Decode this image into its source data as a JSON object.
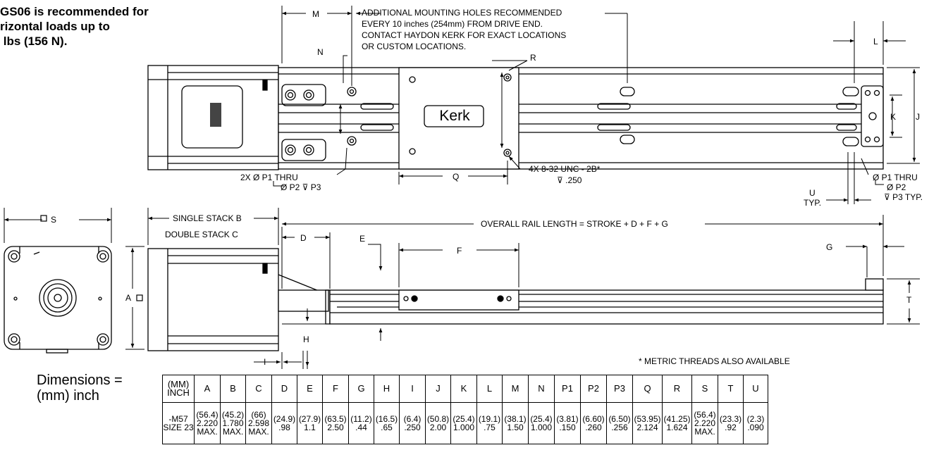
{
  "note": "GS06 is recommended for\nrizontal loads up to\n lbs (156 N).",
  "dimensions_label": "Dimensions =\n(mm) inch",
  "metric_note": "* METRIC THREADS ALSO AVAILABLE",
  "logo_text": "Kerk",
  "labels": {
    "M": "M",
    "N": "N",
    "R": "R",
    "L": "L",
    "J": "J",
    "K": "K",
    "Q": "Q",
    "S": "S",
    "A": "A",
    "D": "D",
    "E": "E",
    "F": "F",
    "G": "G",
    "H": "H",
    "I": "I",
    "T": "T",
    "additional_holes": [
      "ADDITIONAL MOUNTING HOLES RECOMMENDED",
      "EVERY 10 inches (254mm) FROM DRIVE END.",
      "CONTACT HAYDON KERK FOR EXACT LOCATIONS",
      "OR CUSTOM LOCATIONS."
    ],
    "thru_left": [
      "2X  Ø P1 THRU",
      "Ø P2  ⊽ P3"
    ],
    "thread": [
      "4X 8-32 UNC - 2B*",
      "⊽ .250"
    ],
    "thru_right": [
      "Ø P1 THRU",
      "Ø P2",
      "⊽ P3 TYP."
    ],
    "u_typ": [
      "U",
      "TYP."
    ],
    "single_stack": "SINGLE STACK  B",
    "double_stack": "DOUBLE STACK   C",
    "overall": "OVERALL RAIL LENGTH = STROKE + D + F + G"
  },
  "table": {
    "headers": [
      "(MM)\nINCH",
      "A",
      "B",
      "C",
      "D",
      "E",
      "F",
      "G",
      "H",
      "I",
      "J",
      "K",
      "L",
      "M",
      "N",
      "P1",
      "P2",
      "P3",
      "Q",
      "R",
      "S",
      "T",
      "U"
    ],
    "row": [
      "-M57\nSIZE 23",
      "(56.4)\n2.220\nMAX.",
      "(45.2)\n1.780\nMAX.",
      "(66)\n2.598\nMAX.",
      "(24.9)\n.98",
      "(27.9)\n1.1",
      "(63.5)\n2.50",
      "(11.2)\n.44",
      "(16.5)\n.65",
      "(6.4)\n.250",
      "(50.8)\n2.00",
      "(25.4)\n1.000",
      "(19.1)\n.75",
      "(38.1)\n1.50",
      "(25.4)\n1.000",
      "(3.81)\n.150",
      "(6.60)\n.260",
      "(6.50)\n.256",
      "(53.95)\n2.124",
      "(41.25)\n1.624",
      "(56.4)\n2.220\nMAX.",
      "(23.3)\n.92",
      "(2.3)\n.090"
    ],
    "widths": [
      44,
      36,
      35,
      36,
      35,
      35,
      36,
      35,
      35,
      36,
      35,
      36,
      35,
      36,
      36,
      36,
      36,
      36,
      41,
      41,
      36,
      35,
      34
    ]
  }
}
